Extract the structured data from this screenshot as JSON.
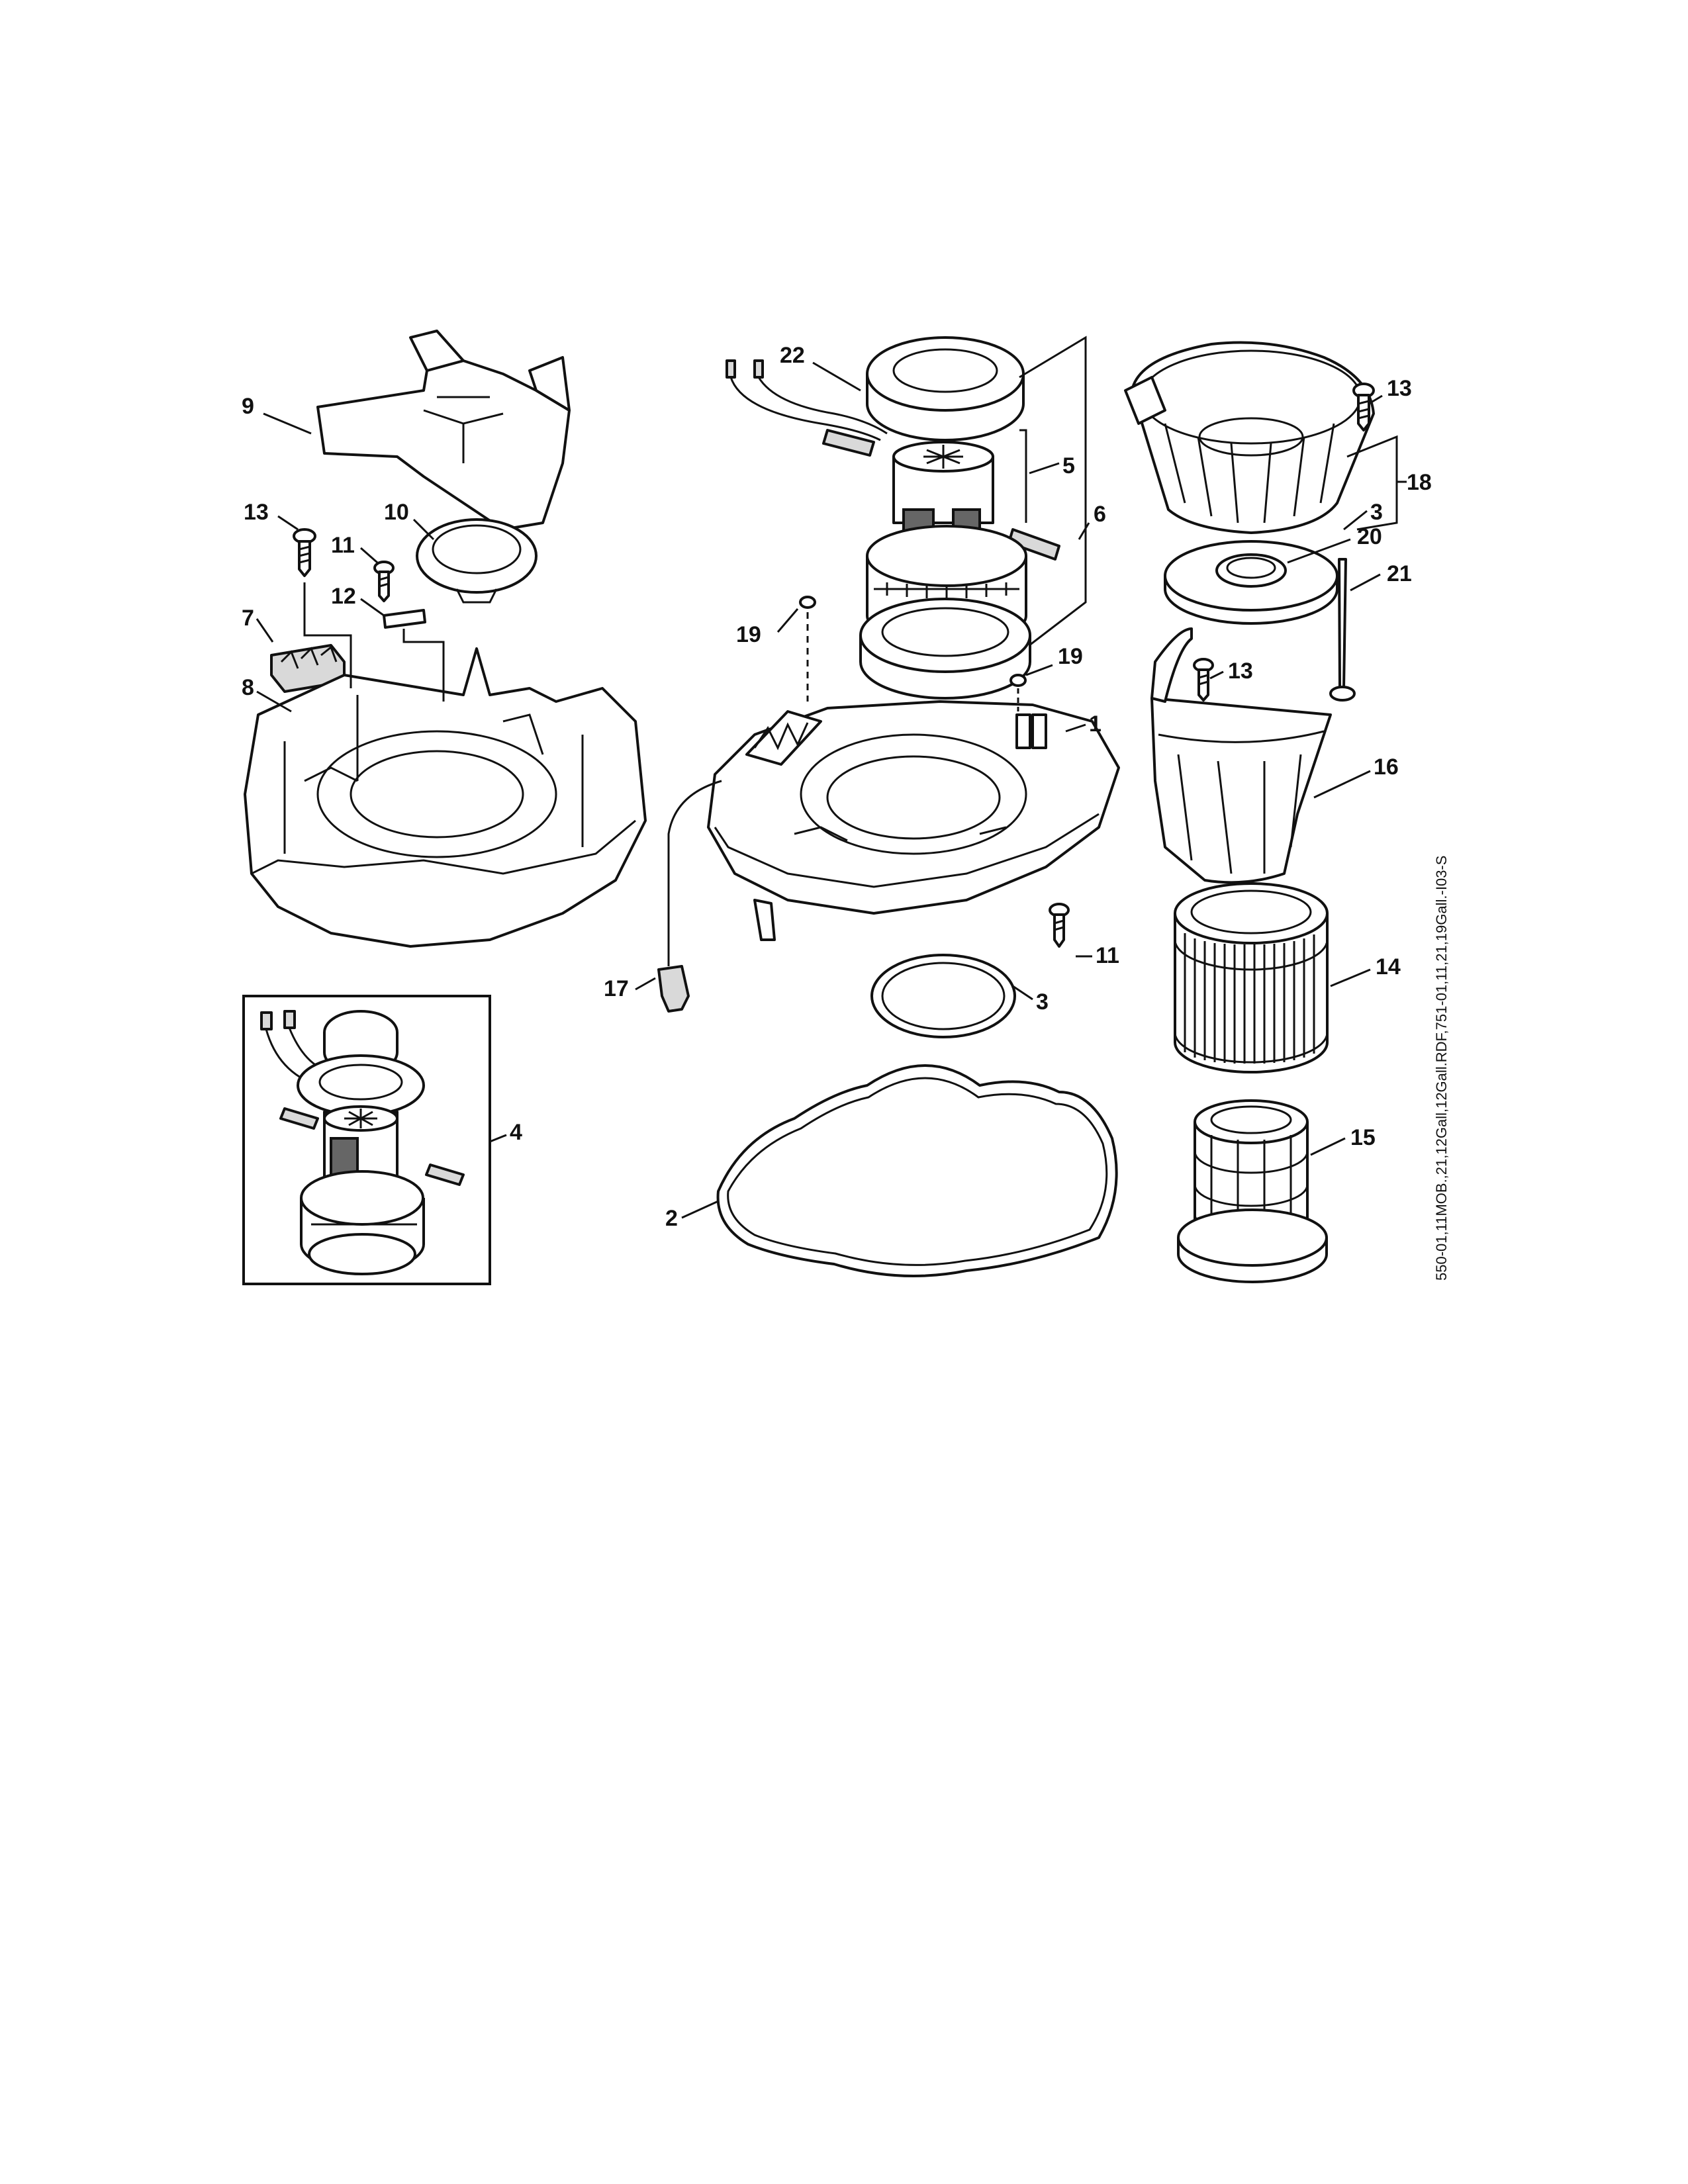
{
  "diagram": {
    "reference_code": "550-01,11MOB.,21,12Gall,12Gall.RDF,751-01,11,21,19Gall.-I03-S",
    "callouts": [
      {
        "id": "c9",
        "label": "9"
      },
      {
        "id": "c13a",
        "label": "13"
      },
      {
        "id": "c10",
        "label": "10"
      },
      {
        "id": "c11a",
        "label": "11"
      },
      {
        "id": "c12",
        "label": "12"
      },
      {
        "id": "c7",
        "label": "7"
      },
      {
        "id": "c8",
        "label": "8"
      },
      {
        "id": "c22",
        "label": "22"
      },
      {
        "id": "c5",
        "label": "5"
      },
      {
        "id": "c6",
        "label": "6"
      },
      {
        "id": "c19a",
        "label": "19"
      },
      {
        "id": "c19b",
        "label": "19"
      },
      {
        "id": "c1",
        "label": "1"
      },
      {
        "id": "c11b",
        "label": "11"
      },
      {
        "id": "c17",
        "label": "17"
      },
      {
        "id": "c3a",
        "label": "3"
      },
      {
        "id": "c2",
        "label": "2"
      },
      {
        "id": "c4",
        "label": "4"
      },
      {
        "id": "c13b",
        "label": "13"
      },
      {
        "id": "c18",
        "label": "18"
      },
      {
        "id": "c3b",
        "label": "3"
      },
      {
        "id": "c20",
        "label": "20"
      },
      {
        "id": "c21",
        "label": "21"
      },
      {
        "id": "c13c",
        "label": "13"
      },
      {
        "id": "c16",
        "label": "16"
      },
      {
        "id": "c14",
        "label": "14"
      },
      {
        "id": "c15",
        "label": "15"
      }
    ]
  }
}
